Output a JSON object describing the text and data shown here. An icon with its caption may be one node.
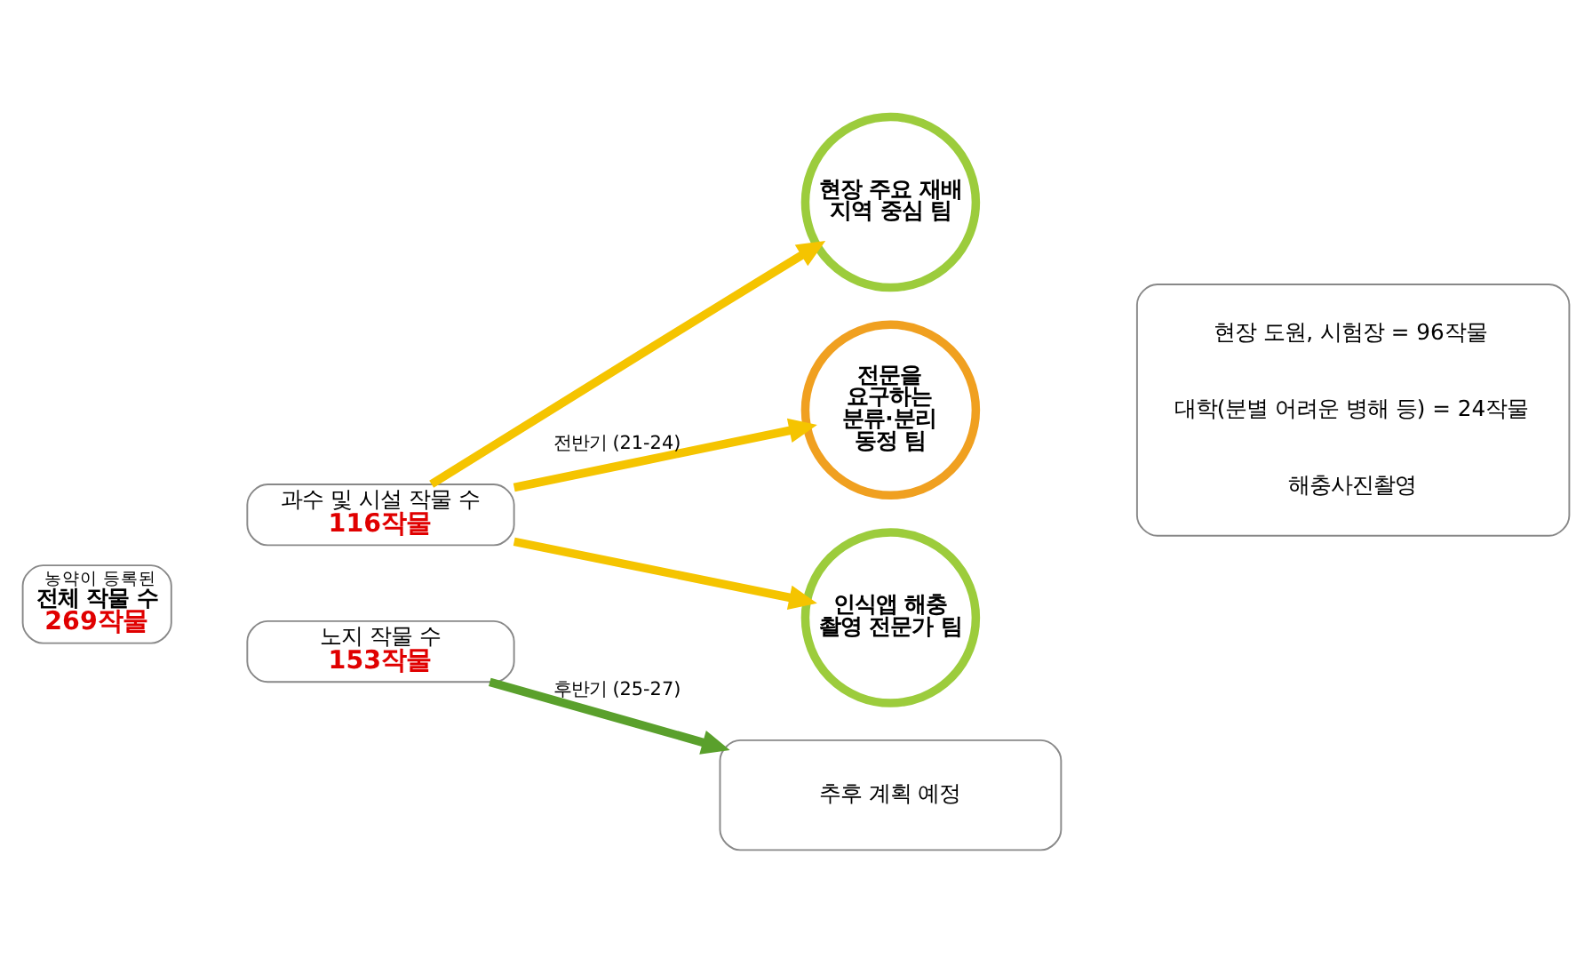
{
  "diagram": {
    "nodes": [
      {
        "text": [
          "농약이 등록된",
          "전체 작물 수",
          "269작물"
        ]
      },
      {
        "text": [
          "과수 및 시설 작물 수",
          "116작물"
        ]
      },
      {
        "text": [
          "노지 작물 수",
          "153작물"
        ]
      },
      {
        "text": [
          "현장 도원, 시험장 = 96작물",
          "대학(분별 어려운 병해 등) = 24작물",
          "해충사진촬영"
        ]
      },
      {
        "text": [
          "현장 주요 재배 지역 중심 팀"
        ]
      },
      {
        "text": [
          "전문을 요구하는 분류·분리 동정 팀"
        ]
      },
      {
        "text": [
          "인식앱 해충 촬영 전문가 팀"
        ]
      },
      {
        "text": [
          "추후 계획 예정"
        ]
      }
    ],
    "edges": [
      {
        "from": 1,
        "to": 4,
        "arrow": "to"
      },
      {
        "from": 1,
        "to": 5,
        "arrow": "to",
        "label": "전반기 (21-24)"
      },
      {
        "from": 1,
        "to": 6,
        "arrow": "to"
      },
      {
        "from": 2,
        "to": 7,
        "arrow": "to",
        "label": "후반기 (25-27)",
        "color": "#5aa02c"
      }
    ]
  }
}
